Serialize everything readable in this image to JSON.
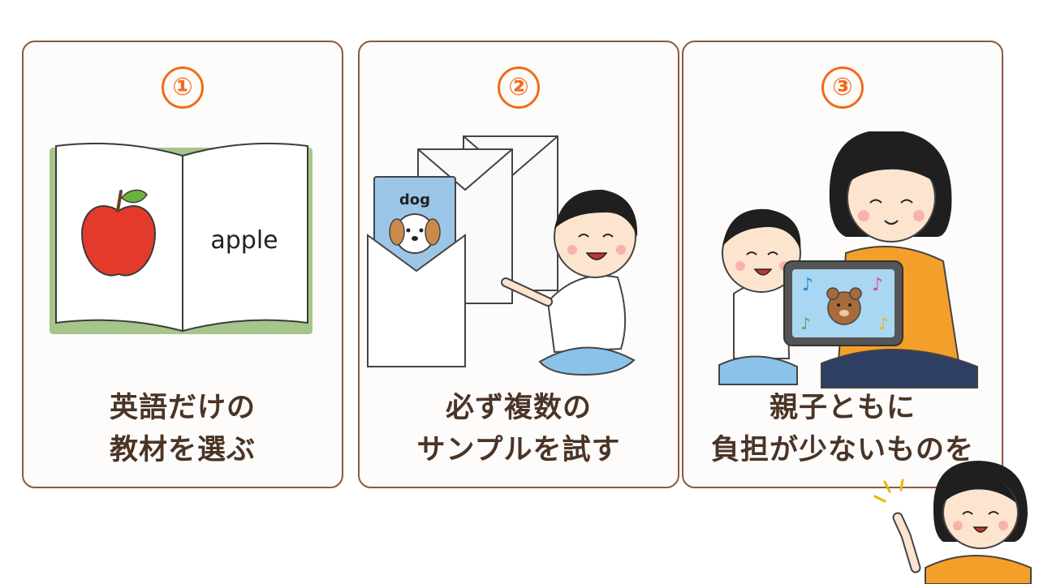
{
  "cards": [
    {
      "number": "①",
      "illustration_text": "apple",
      "caption_lines": [
        "英語だけの",
        "教材を選ぶ"
      ]
    },
    {
      "number": "②",
      "illustration_text": "dog",
      "caption_lines": [
        "必ず複数の",
        "サンプルを試す"
      ]
    },
    {
      "number": "③",
      "caption_lines": [
        "親子ともに",
        "負担が少ないものを"
      ]
    }
  ],
  "colors": {
    "accent": "#f26a1b",
    "border": "#8a5a3c",
    "text": "#4a3426"
  }
}
